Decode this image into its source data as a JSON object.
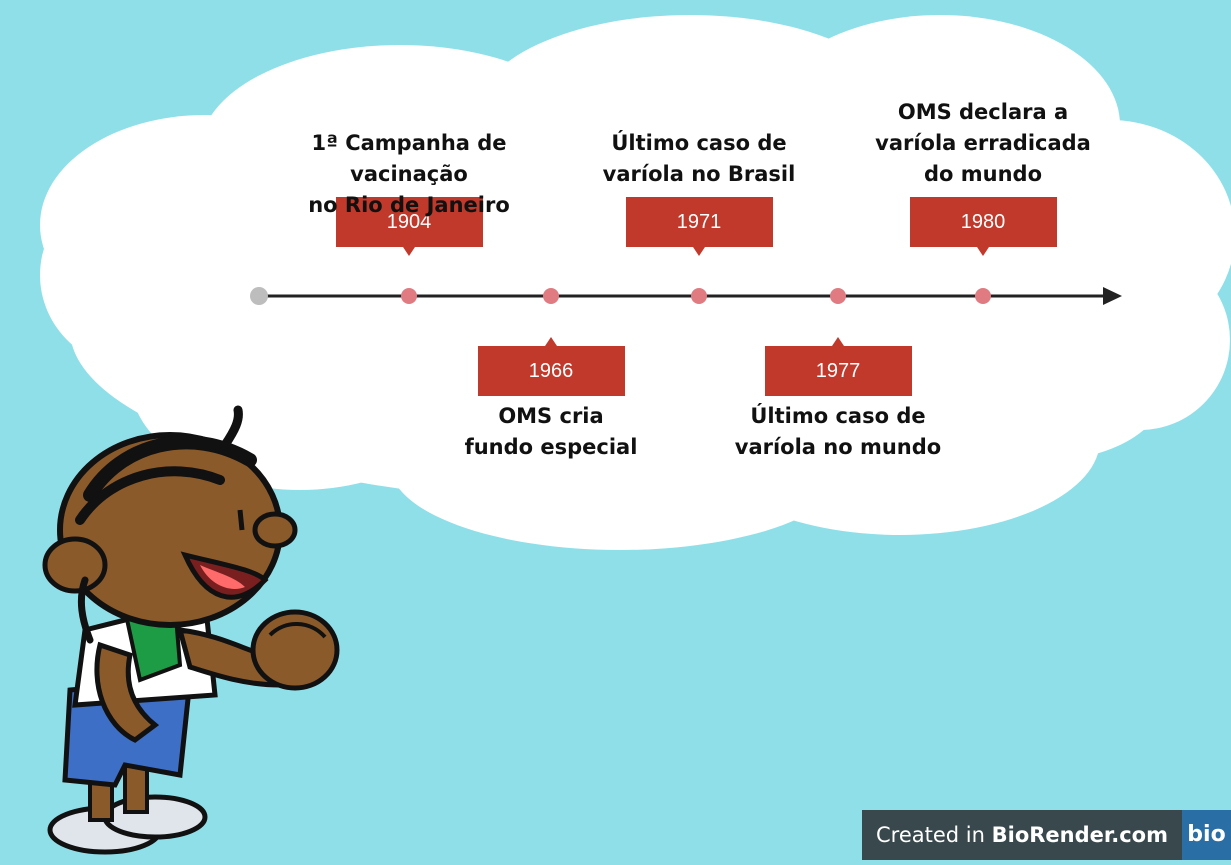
{
  "timeline": {
    "events": [
      {
        "year": "1904",
        "caption": "1ª Campanha de vacinação\nno Rio de Janeiro",
        "position": "above"
      },
      {
        "year": "1966",
        "caption": "OMS cria\nfundo especial",
        "position": "below"
      },
      {
        "year": "1971",
        "caption": "Último caso de\nvaríola no Brasil",
        "position": "above"
      },
      {
        "year": "1977",
        "caption": "Último caso de\nvaríola no mundo",
        "position": "below"
      },
      {
        "year": "1980",
        "caption": "OMS declara a\nvaríola erradicada\ndo mundo",
        "position": "above"
      }
    ]
  },
  "footer": {
    "prefix": "Created in ",
    "brand": "BioRender.com",
    "logo": "bio"
  },
  "colors": {
    "background": "#8fdfe9",
    "cloud": "#ffffff",
    "year_box": "#c0392b",
    "dot": "#e07b82",
    "start_dot": "#bdbdbd",
    "axis": "#222222",
    "footer_bg": "#39484d",
    "footer_logo_bg": "#2a6ea6"
  },
  "character": {
    "icon": "cartoon-boy-illustration"
  }
}
